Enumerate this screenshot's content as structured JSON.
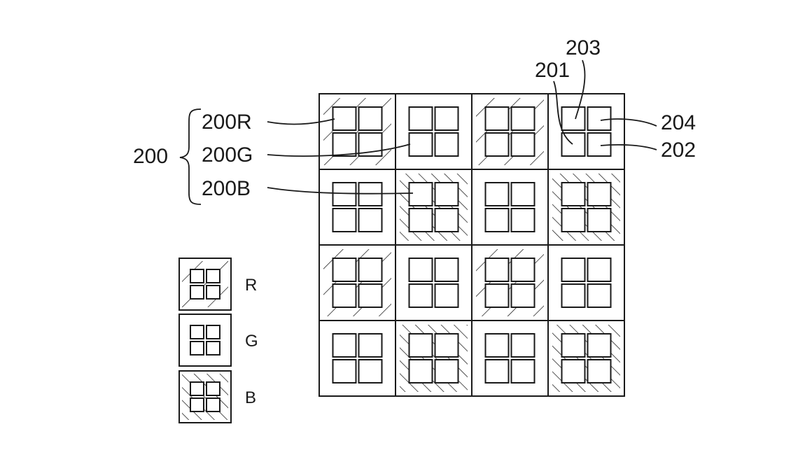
{
  "figure": {
    "grid": {
      "rows": 4,
      "cols": 4,
      "filters": [
        [
          "R",
          "G",
          "R",
          "G"
        ],
        [
          "G",
          "B",
          "G",
          "B"
        ],
        [
          "R",
          "G",
          "R",
          "G"
        ],
        [
          "G",
          "B",
          "G",
          "B"
        ]
      ],
      "subpixels_per_cell": 4
    },
    "labels": {
      "group": "200",
      "red_pixel": "200R",
      "green_pixel": "200G",
      "blue_pixel": "200B",
      "subpixel_201": "201",
      "subpixel_202": "202",
      "subpixel_203": "203",
      "subpixel_204": "204"
    },
    "legend": [
      {
        "filter": "R",
        "label": "R"
      },
      {
        "filter": "G",
        "label": "G"
      },
      {
        "filter": "B",
        "label": "B"
      }
    ]
  }
}
